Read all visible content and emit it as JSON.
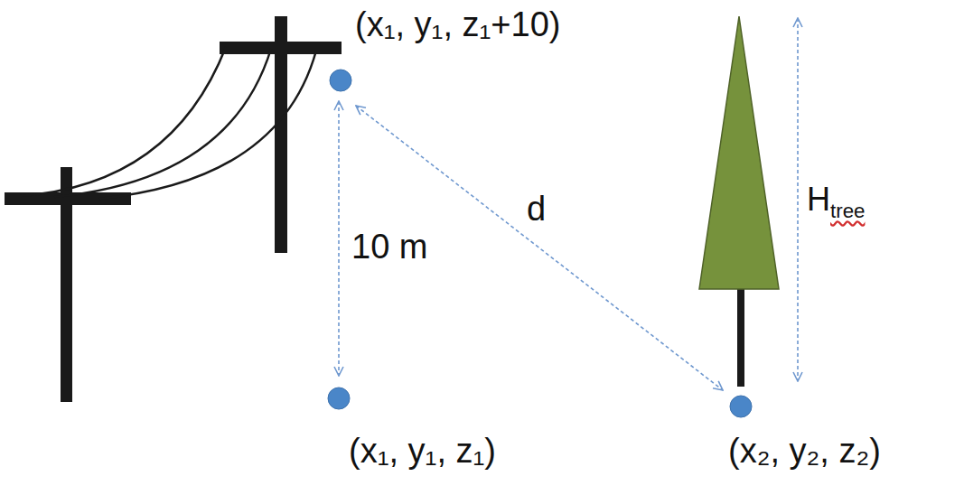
{
  "diagram": {
    "labels": [
      "(x₁, y₁, z₁+10)",
      "d",
      "Htree",
      "10 m",
      "(x₁, y₁, z₁)",
      "(x₂, y₂, z₂)"
    ]
  }
}
